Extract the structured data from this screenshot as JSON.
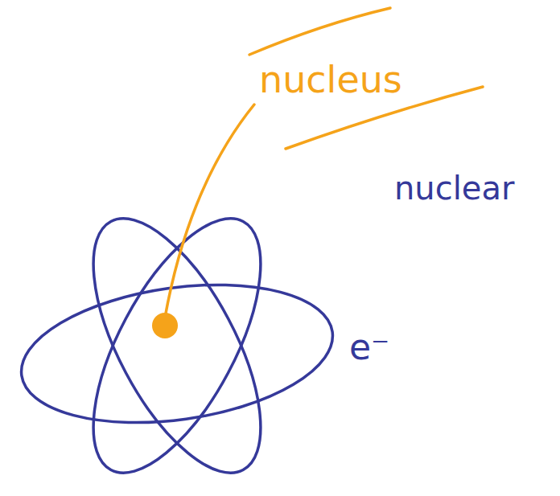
{
  "diagram": {
    "labels": [
      "nucleus",
      "nuclear",
      "e⁻"
    ]
  }
}
